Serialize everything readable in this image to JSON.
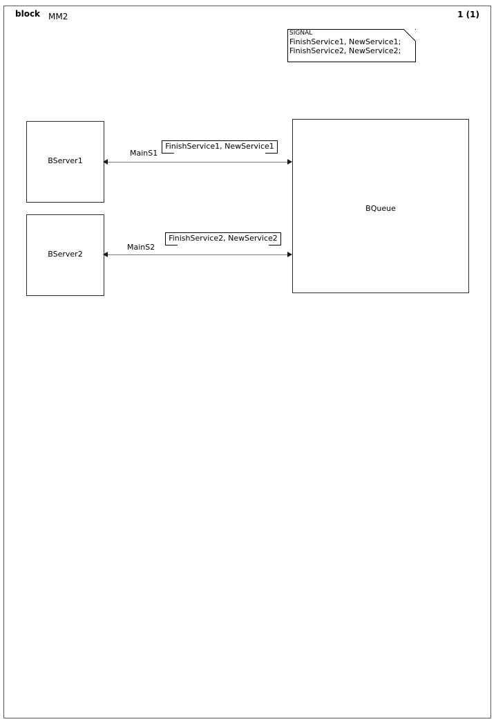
{
  "header": {
    "keyword": "block",
    "diagram_name": "MM2",
    "page_number": "1 (1)"
  },
  "signal_note": {
    "keyword": "SIGNAL",
    "declarations": [
      "FinishService1, NewService1;",
      "FinishService2, NewService2;"
    ]
  },
  "blocks": [
    {
      "id": "bserver1",
      "label": "BServer1"
    },
    {
      "id": "bserver2",
      "label": "BServer2"
    },
    {
      "id": "bqueue",
      "label": "BQueue"
    }
  ],
  "channels": [
    {
      "id": "mains1",
      "name": "MainS1",
      "signal_list": "FinishService1, NewService1",
      "from": "BQueue",
      "to": "BServer1",
      "bidirectional": true
    },
    {
      "id": "mains2",
      "name": "MainS2",
      "signal_list": "FinishService2, NewService2",
      "from": "BQueue",
      "to": "BServer2",
      "bidirectional": true
    }
  ],
  "colors": {
    "frame": "#5a5a5a",
    "block_border": "#2b2b2b",
    "channel_line": "#7a7a7a",
    "arrow": "#1b1b1b",
    "text": "#000000",
    "background": "#ffffff"
  }
}
